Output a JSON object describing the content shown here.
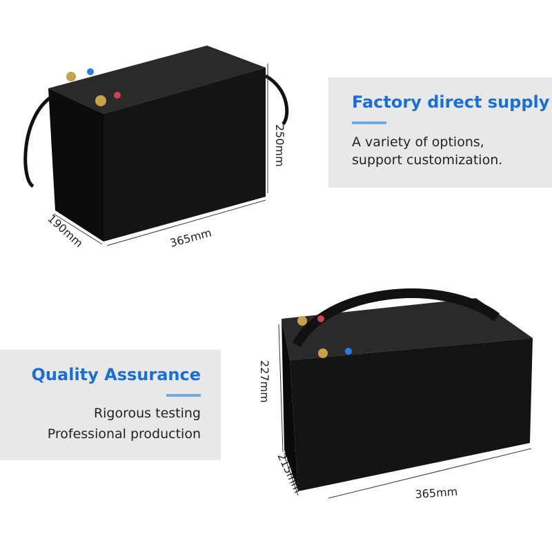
{
  "panel_top": {
    "title": "Factory direct supply",
    "lines": [
      "A variety of options,",
      "support customization."
    ]
  },
  "panel_bottom": {
    "title": "Quality Assurance",
    "lines": [
      "Rigorous testing",
      "Professional production"
    ]
  },
  "battery_top": {
    "height": "250mm",
    "depth": "190mm",
    "length": "365mm"
  },
  "battery_bottom": {
    "height": "227mm",
    "depth": "215mm",
    "length": "365mm"
  },
  "colors": {
    "accent": "#1a6fd6",
    "underline": "#6fa8e8",
    "panel": "#e8e8e8",
    "battery": "#151515"
  }
}
